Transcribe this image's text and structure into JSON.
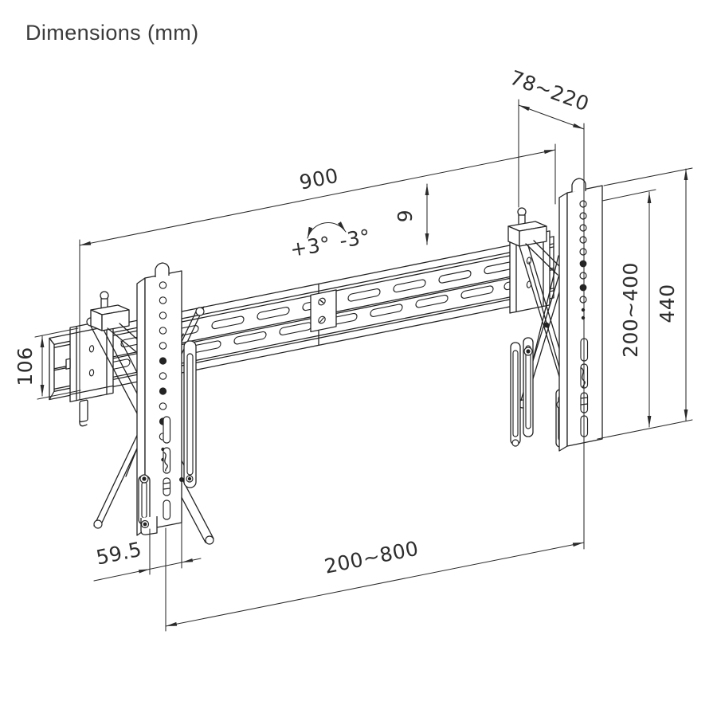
{
  "title": "Dimensions (mm)",
  "dims": {
    "total_width": "900",
    "depth_range": "78~220",
    "rail_gap": "9",
    "tilt_positive": "+3°",
    "tilt_negative": "-3°",
    "vesa_height_range": "200~400",
    "bracket_height": "440",
    "rail_profile_height": "106",
    "bracket_depth": "59.5",
    "vesa_width_range": "200~800"
  },
  "colors": {
    "ink": "#232323",
    "dimension_ink": "#2a2a2a",
    "background": "#ffffff"
  }
}
